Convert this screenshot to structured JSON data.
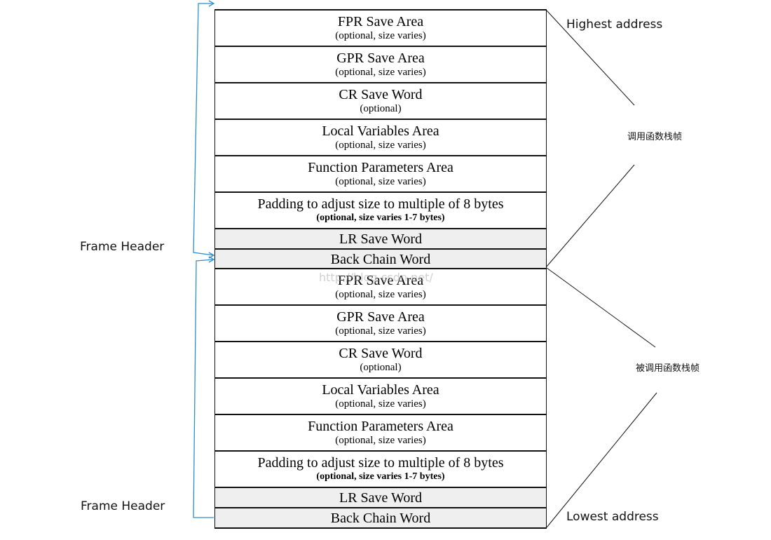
{
  "upper_frame": [
    {
      "title": "FPR Save Area",
      "sub": "(optional, size varies)"
    },
    {
      "title": "GPR Save Area",
      "sub": "(optional, size varies)"
    },
    {
      "title": "CR Save Word",
      "sub": "(optional)"
    },
    {
      "title": "Local Variables Area",
      "sub": "(optional, size varies)"
    },
    {
      "title": "Function Parameters Area",
      "sub": "(optional, size varies)"
    },
    {
      "title": "Padding to adjust size to multiple of 8 bytes",
      "sub": "(optional, size varies 1-7 bytes)"
    },
    {
      "title": "LR Save Word"
    },
    {
      "title": "Back Chain Word"
    }
  ],
  "lower_frame": [
    {
      "title": "FPR Save Area",
      "sub": "(optional, size varies)"
    },
    {
      "title": "GPR Save Area",
      "sub": "(optional, size varies)"
    },
    {
      "title": "CR Save Word",
      "sub": "(optional)"
    },
    {
      "title": "Local Variables Area",
      "sub": "(optional, size varies)"
    },
    {
      "title": "Function Parameters Area",
      "sub": "(optional, size varies)"
    },
    {
      "title": "Padding to adjust size to multiple of 8 bytes",
      "sub": "(optional, size varies 1-7 bytes)"
    },
    {
      "title": "LR Save Word"
    },
    {
      "title": "Back Chain Word"
    }
  ],
  "labels": {
    "highest_address": "Highest address",
    "lowest_address": "Lowest address",
    "caller_frame": "调用函数栈帧",
    "callee_frame": "被调用函数栈帧",
    "frame_header_upper": "Frame Header",
    "frame_header_lower": "Frame Header"
  },
  "watermark": "http://blog.csdn.net/",
  "colors": {
    "bracket": "#2e8fd0",
    "shaded_cell": "#efefef",
    "border": "#111111"
  }
}
